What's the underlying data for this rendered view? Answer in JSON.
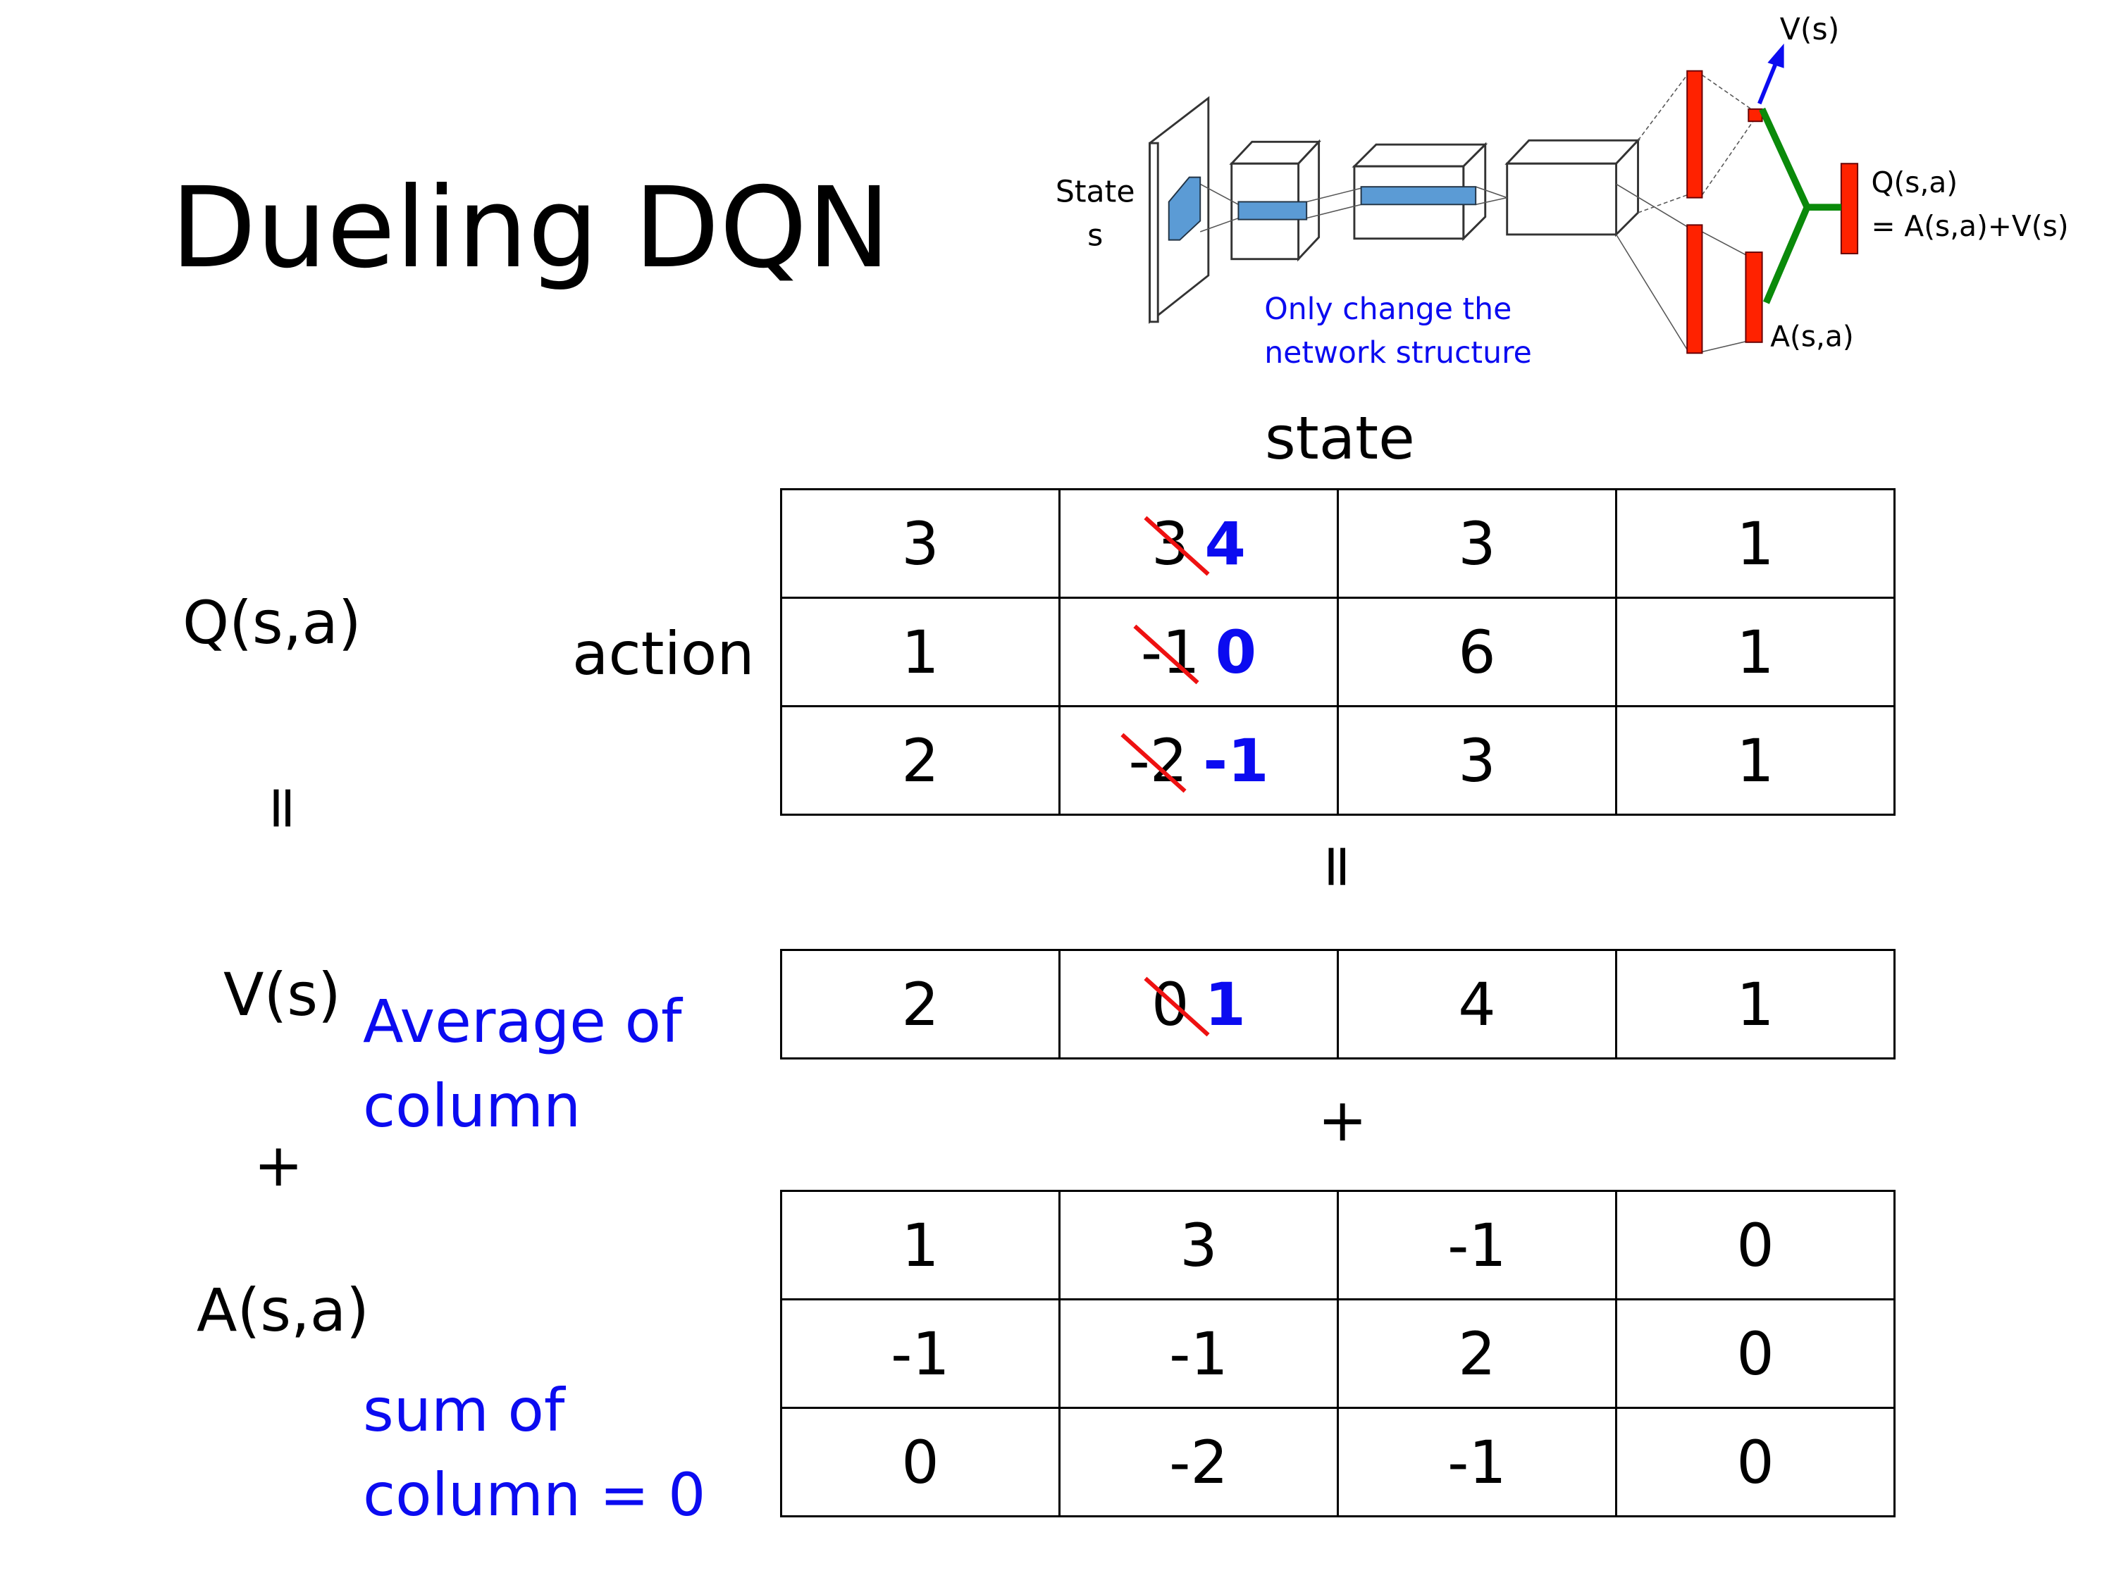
{
  "title": "Dueling DQN",
  "diagram": {
    "state_label": "State",
    "state_var": "s",
    "v_label": "V(s)",
    "q_label": "Q(s,a)",
    "q_formula": "= A(s,a)+V(s)",
    "a_label": "A(s,a)",
    "note_line1": "Only change the",
    "note_line2": "network structure",
    "colors": {
      "layer": "#5b9bd5",
      "fc": "#ff2200",
      "value_arrow": "#0b0bf0",
      "merge": "#0a8a0a"
    }
  },
  "labels": {
    "state": "state",
    "action": "action",
    "q": "Q(s,a)",
    "v": "V(s)",
    "a": "A(s,a)",
    "equals": "=",
    "plus": "+",
    "v_note_line1": "Average of",
    "v_note_line2": "column",
    "a_note_line1": "sum of",
    "a_note_line2": "column = 0"
  },
  "q_table": [
    [
      {
        "v": "3"
      },
      {
        "old": "3",
        "new": "4"
      },
      {
        "v": "3"
      },
      {
        "v": "1"
      }
    ],
    [
      {
        "v": "1"
      },
      {
        "old": "-1",
        "new": "0"
      },
      {
        "v": "6"
      },
      {
        "v": "1"
      }
    ],
    [
      {
        "v": "2"
      },
      {
        "old": "-2",
        "new": "-1"
      },
      {
        "v": "3"
      },
      {
        "v": "1"
      }
    ]
  ],
  "v_table": [
    [
      {
        "v": "2"
      },
      {
        "old": "0",
        "new": "1"
      },
      {
        "v": "4"
      },
      {
        "v": "1"
      }
    ]
  ],
  "a_table": [
    [
      {
        "v": "1"
      },
      {
        "v": "3"
      },
      {
        "v": "-1"
      },
      {
        "v": "0"
      }
    ],
    [
      {
        "v": "-1"
      },
      {
        "v": "-1"
      },
      {
        "v": "2"
      },
      {
        "v": "0"
      }
    ],
    [
      {
        "v": "0"
      },
      {
        "v": "-2"
      },
      {
        "v": "-1"
      },
      {
        "v": "0"
      }
    ]
  ]
}
